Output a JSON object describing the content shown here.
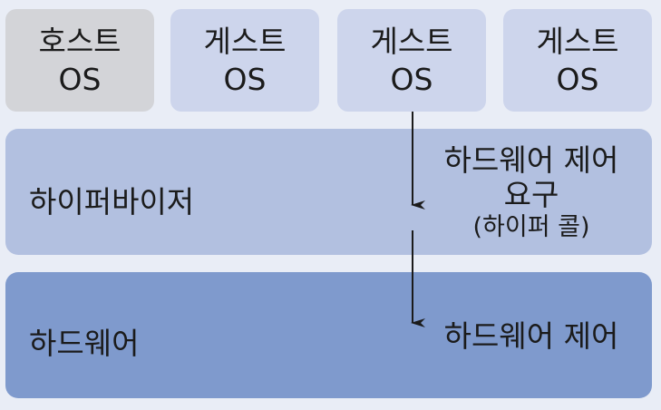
{
  "os_boxes": {
    "host": {
      "line1": "호스트",
      "line2": "OS"
    },
    "guest1": {
      "line1": "게스트",
      "line2": "OS"
    },
    "guest2": {
      "line1": "게스트",
      "line2": "OS"
    },
    "guest3": {
      "line1": "게스트",
      "line2": "OS"
    }
  },
  "hypervisor": {
    "label": "하이퍼바이저",
    "request_line1": "하드웨어 제어",
    "request_line2": "요구",
    "request_line3": "(하이퍼 콜)"
  },
  "hardware": {
    "label": "하드웨어",
    "control": "하드웨어 제어"
  },
  "colors": {
    "background": "#e9edf6",
    "host_os": "#d3d4d8",
    "guest_os": "#cdd5ec",
    "hypervisor_layer": "#b2c0e0",
    "hardware_layer": "#7f9acd",
    "arrow": "#1b1b1b"
  }
}
